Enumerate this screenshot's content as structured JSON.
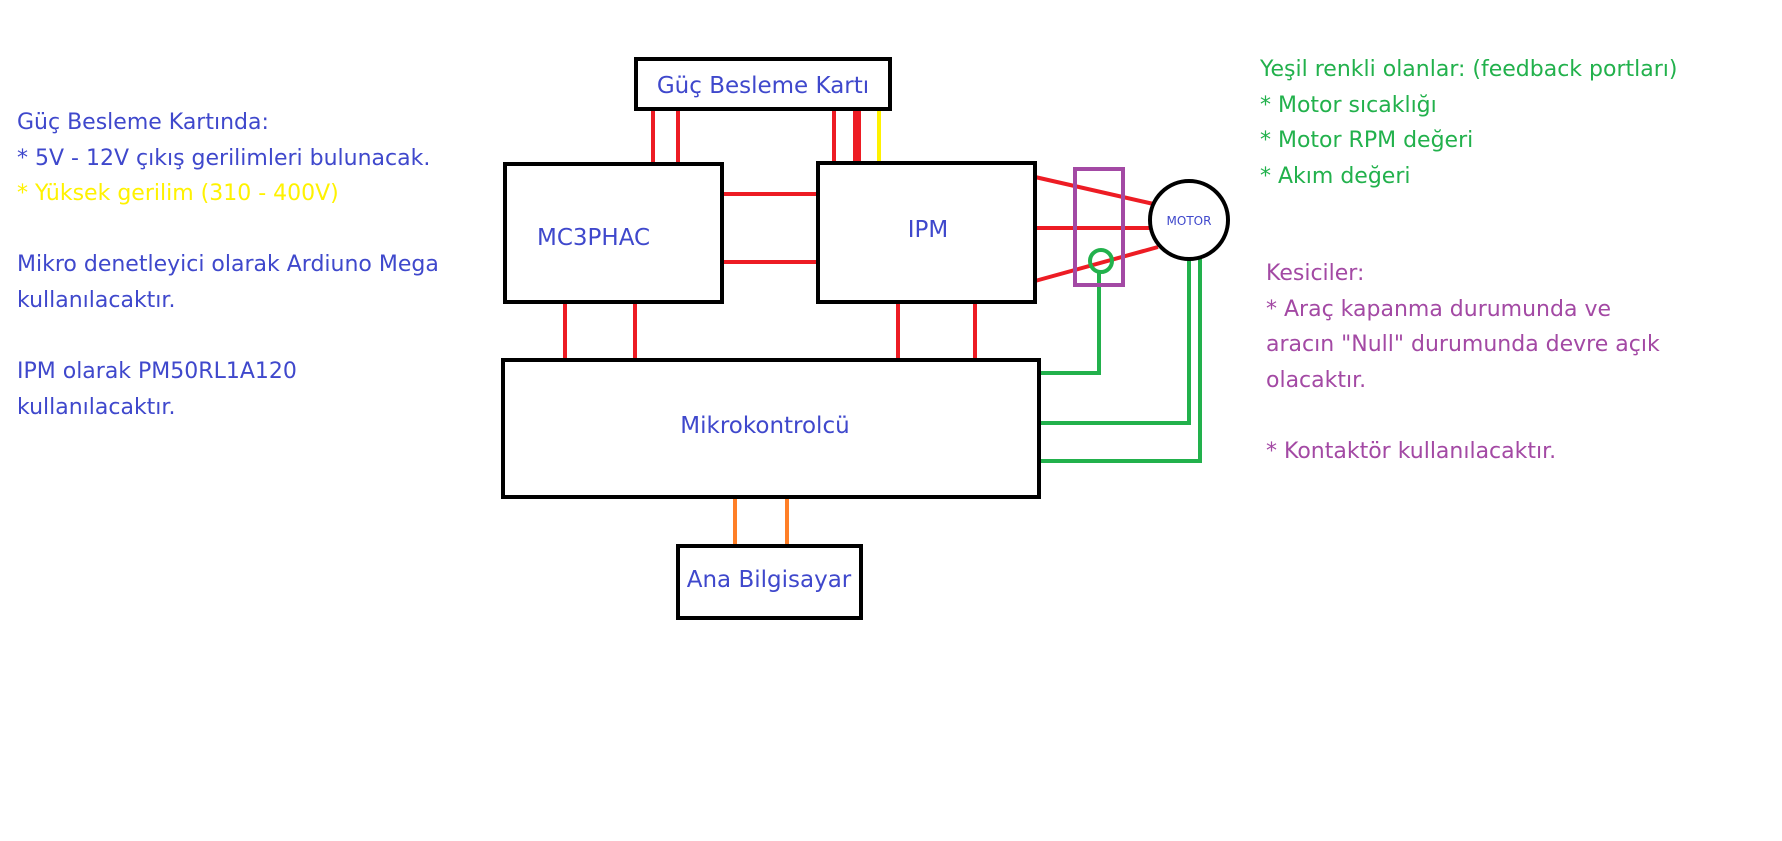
{
  "colors": {
    "background": "#ffffff",
    "box_border": "#000000",
    "box_text": "#3f48cc",
    "power_wire": "#ed1c24",
    "high_voltage_wire": "#fff200",
    "feedback_wire": "#22b14c",
    "comm_wire": "#ff7f27",
    "breaker": "#a349a4",
    "note_blue": "#3f48cc",
    "note_yellow": "#fff200",
    "note_green": "#22b14c",
    "note_purple": "#a349a4"
  },
  "blocks": {
    "power_board": "Güç Besleme Kartı",
    "mc3phac": "MC3PHAC",
    "ipm": "IPM",
    "microcontroller": "Mikrokontrolcü",
    "main_computer": "Ana Bilgisayar",
    "motor": "MOTOR"
  },
  "notes_left": {
    "power_title": "Güç Besleme Kartında:",
    "power_line1": "* 5V - 12V çıkış gerilimleri bulunacak.",
    "power_line2": "* Yüksek gerilim (310 - 400V)",
    "mcu_line1": "Mikro denetleyici olarak Ardiuno Mega",
    "mcu_line2": "kullanılacaktır.",
    "ipm_line1": "IPM olarak PM50RL1A120",
    "ipm_line2": "kullanılacaktır."
  },
  "notes_feedback": {
    "title": "Yeşil renkli olanlar: (feedback portları)",
    "item1": "* Motor sıcaklığı",
    "item2": "* Motor RPM değeri",
    "item3": "* Akım değeri"
  },
  "notes_breakers": {
    "title": "Kesiciler:",
    "line1": "* Araç kapanma durumunda ve",
    "line2": "aracın \"Null\" durumunda devre açık",
    "line3": "olacaktır.",
    "line4": "* Kontaktör kullanılacaktır."
  }
}
